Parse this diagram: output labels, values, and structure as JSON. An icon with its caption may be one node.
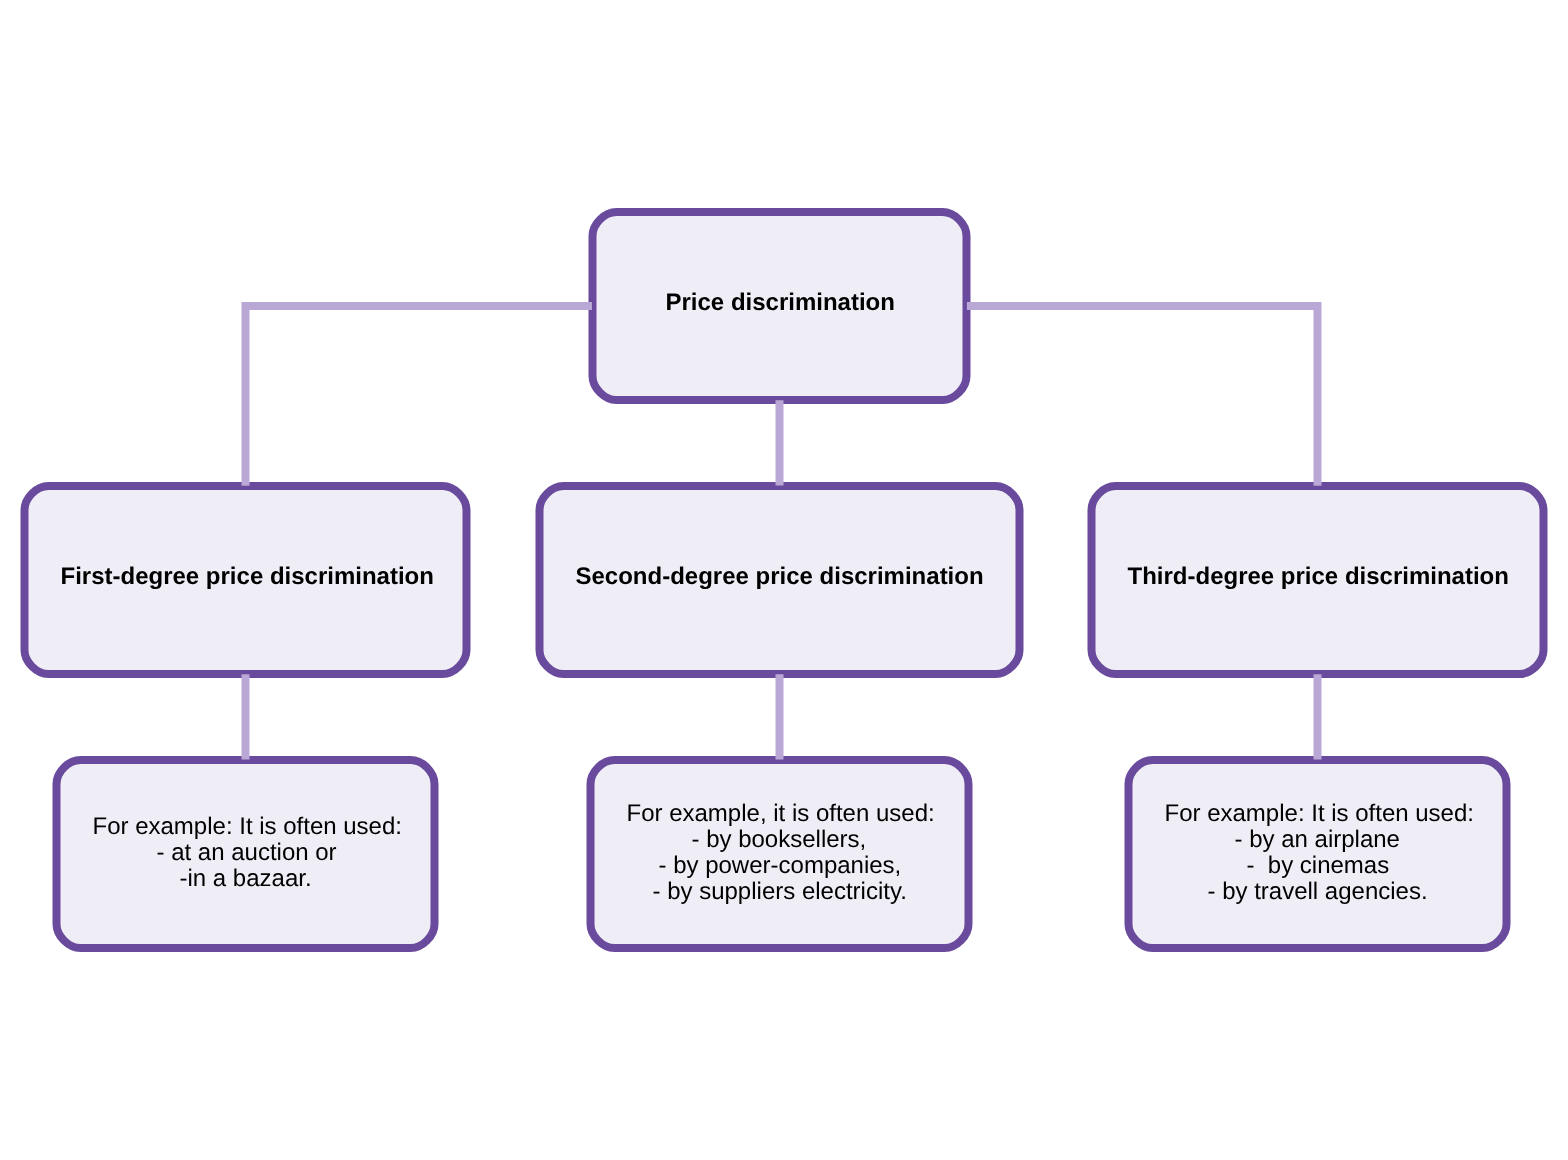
{
  "diagram": {
    "nodes": [
      {
        "text": [
          "Price discrimination"
        ]
      },
      {
        "text": [
          "First-degree price discrimination"
        ]
      },
      {
        "text": [
          "Second-degree price discrimination"
        ]
      },
      {
        "text": [
          "Third-degree price discrimination"
        ]
      },
      {
        "text": [
          "For example: It is often used:",
          "- at an auction or",
          "-in a bazaar."
        ]
      },
      {
        "text": [
          "For example, it is often used:",
          "- by booksellers,",
          "- by power-companies,",
          "- by suppliers electricity."
        ]
      },
      {
        "text": [
          "For example: It is often used:",
          "- by an airplane",
          "-  by cinemas",
          "- by travell agencies."
        ]
      }
    ],
    "edges": [
      {
        "from": 0,
        "to": 1,
        "arrow": "none"
      },
      {
        "from": 0,
        "to": 2,
        "arrow": "none"
      },
      {
        "from": 0,
        "to": 3,
        "arrow": "none"
      },
      {
        "from": 1,
        "to": 4,
        "arrow": "none"
      },
      {
        "from": 2,
        "to": 5,
        "arrow": "none"
      },
      {
        "from": 3,
        "to": 6,
        "arrow": "none"
      }
    ]
  }
}
